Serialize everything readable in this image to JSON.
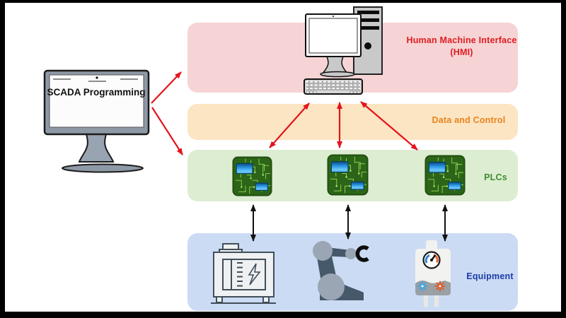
{
  "scada_monitor": {
    "label": "SCADA Programming"
  },
  "bands": {
    "hmi": {
      "label_line1": "Human Machine Interface",
      "label_line2": "(HMI)",
      "bg": "#f6d3d4",
      "text_color": "#e01b22"
    },
    "data": {
      "label": "Data and Control",
      "bg": "#fce5c2",
      "text_color": "#e8831e"
    },
    "plcs": {
      "label": "PLCs",
      "bg": "#ddedd2",
      "text_color": "#3f8c2f"
    },
    "equipment": {
      "label": "Equipment",
      "bg": "#ccdbf4",
      "text_color": "#1c3ca8"
    }
  },
  "icons": {
    "scada_monitor": "monitor-icon",
    "hmi": "desktop-computer-icon",
    "plcs": [
      "circuit-board-icon",
      "circuit-board-icon",
      "circuit-board-icon"
    ],
    "equipment": [
      "generator-icon",
      "robot-arm-icon",
      "boiler-gauge-icon"
    ]
  },
  "connections": {
    "scada_to": [
      "hmi",
      "plcs"
    ],
    "hmi_to_plc_bidirectional_links": 3,
    "plc_to_equipment_bidirectional_links": 3
  },
  "colors": {
    "red_arrow": "#e3141c",
    "black_arrow": "#111111",
    "canvas_bg": "#ffffff",
    "frame_border": "#000000",
    "plc_board": "#2c6517",
    "plc_trace": "#8ed155"
  }
}
